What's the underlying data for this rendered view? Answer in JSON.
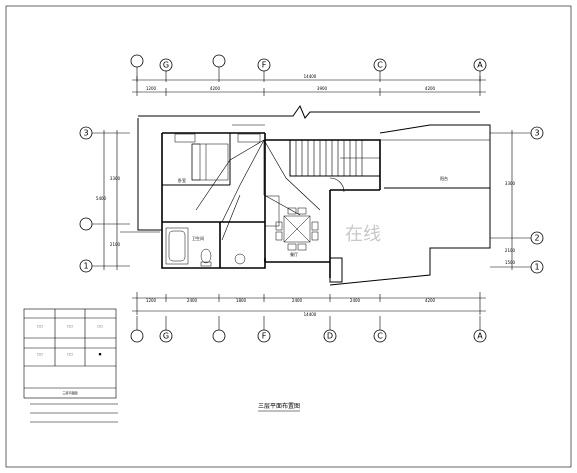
{
  "title": "三层平面布置图",
  "watermark": "在线",
  "axes_top": [
    "G",
    "F",
    "C",
    "A"
  ],
  "axes_bottom": [
    "G",
    "F",
    "D",
    "C",
    "A"
  ],
  "axes_left": [
    "3",
    "1"
  ],
  "axes_right": [
    "3",
    "2",
    "1"
  ],
  "dims": {
    "top_total": "14400",
    "top": [
      "1200",
      "4200",
      "3900",
      "4200"
    ],
    "bottom_total": "14400",
    "bottom": [
      "1200",
      "2400",
      "1800",
      "2400",
      "2400",
      "4200"
    ],
    "left": [
      "5400",
      "3300",
      "2100"
    ],
    "right": [
      "3300",
      "2100",
      "1500"
    ]
  },
  "rooms": {
    "bedroom": "卧室",
    "bathroom": "卫生间",
    "dining": "餐厅",
    "balcony": "阳台"
  },
  "legend": {
    "rows": [
      [
        "",
        "",
        ""
      ],
      [
        "",
        "",
        ""
      ],
      [
        "",
        "",
        ""
      ],
      [
        "",
        "",
        ""
      ]
    ],
    "footer": "三层平面图"
  },
  "notes": [
    "",
    "",
    ""
  ],
  "colors": {
    "line": "#000000",
    "watermark": "#c8c8c8",
    "background": "#ffffff"
  }
}
